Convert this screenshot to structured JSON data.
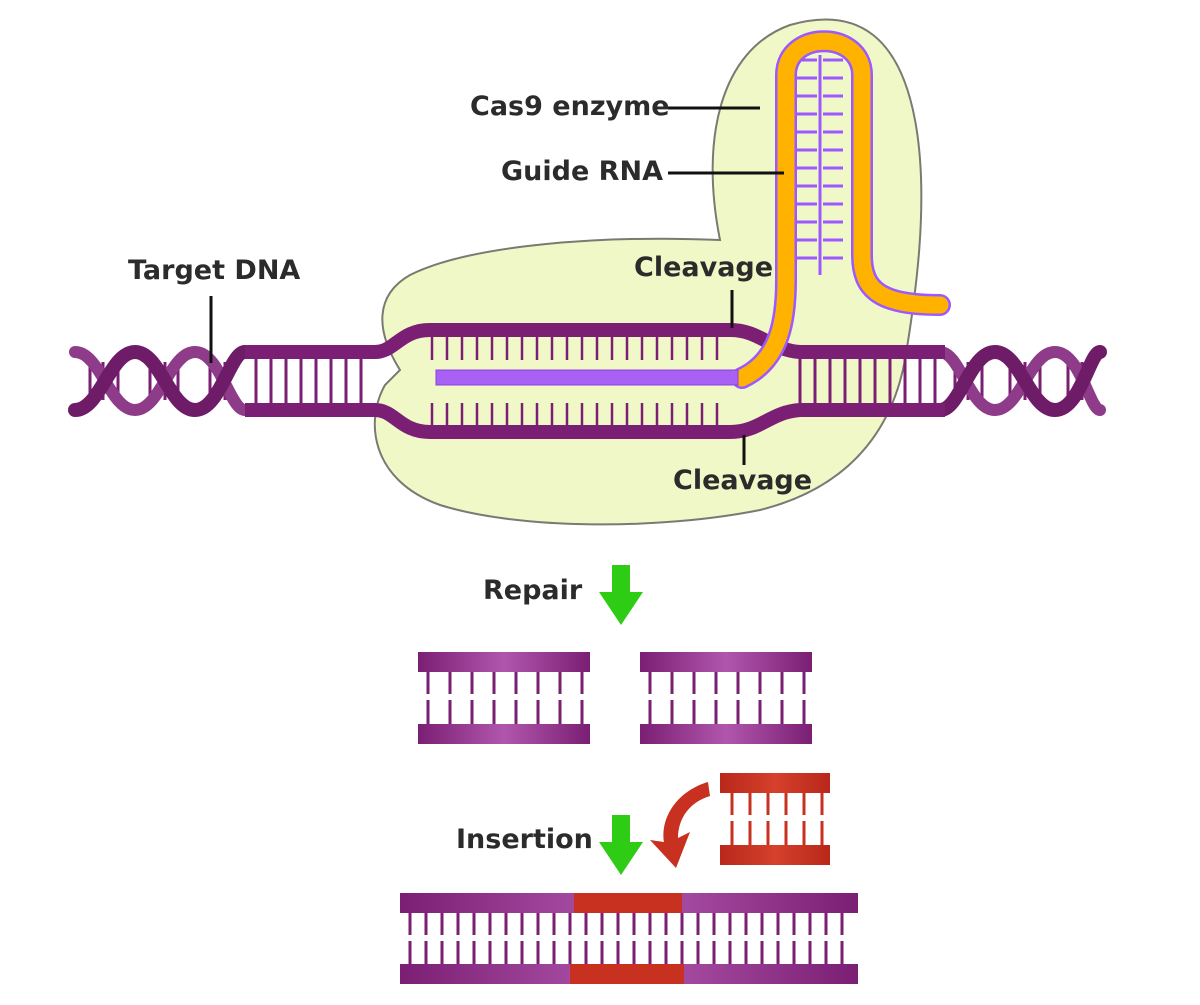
{
  "labels": {
    "cas9": "Cas9 enzyme",
    "guide_rna": "Guide RNA",
    "target_dna": "Target DNA",
    "cleavage_top": "Cleavage",
    "cleavage_bottom": "Cleavage",
    "repair": "Repair",
    "insertion": "Insertion"
  },
  "colors": {
    "dna": "#7a1f73",
    "dna_highlight": "#b056ad",
    "cas9_body": "#f1f8c8",
    "cas9_outline": "#7a7a72",
    "guide_rna": "#ffb300",
    "guide_rna_edge": "#9b59ff",
    "rna_strand": "#a860f5",
    "inserted_dna": "#c8301f",
    "arrow_green": "#2ecc14",
    "arrow_red": "#c8301f",
    "leader_line": "#111111"
  }
}
